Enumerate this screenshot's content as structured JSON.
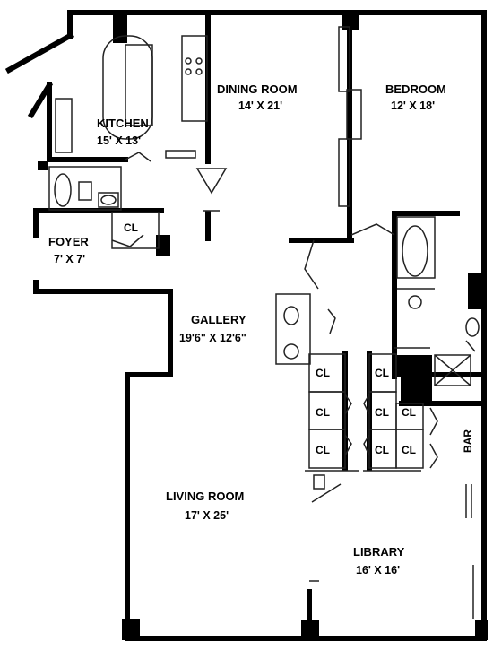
{
  "rooms": {
    "kitchen": {
      "name": "KITCHEN",
      "dims": "15' X 13'"
    },
    "dining": {
      "name": "DINING ROOM",
      "dims": "14' X 21'"
    },
    "bedroom": {
      "name": "BEDROOM",
      "dims": "12' X 18'"
    },
    "foyer": {
      "name": "FOYER",
      "dims": "7' X 7'"
    },
    "gallery": {
      "name": "GALLERY",
      "dims": "19'6\" X 12'6\""
    },
    "living": {
      "name": "LIVING ROOM",
      "dims": "17' X 25'"
    },
    "library": {
      "name": "LIBRARY",
      "dims": "16' X 16'"
    }
  },
  "closet_label": "CL",
  "bar_label": "BAR",
  "colors": {
    "wall": "#000000",
    "background": "#ffffff",
    "fixture": "#222222"
  }
}
